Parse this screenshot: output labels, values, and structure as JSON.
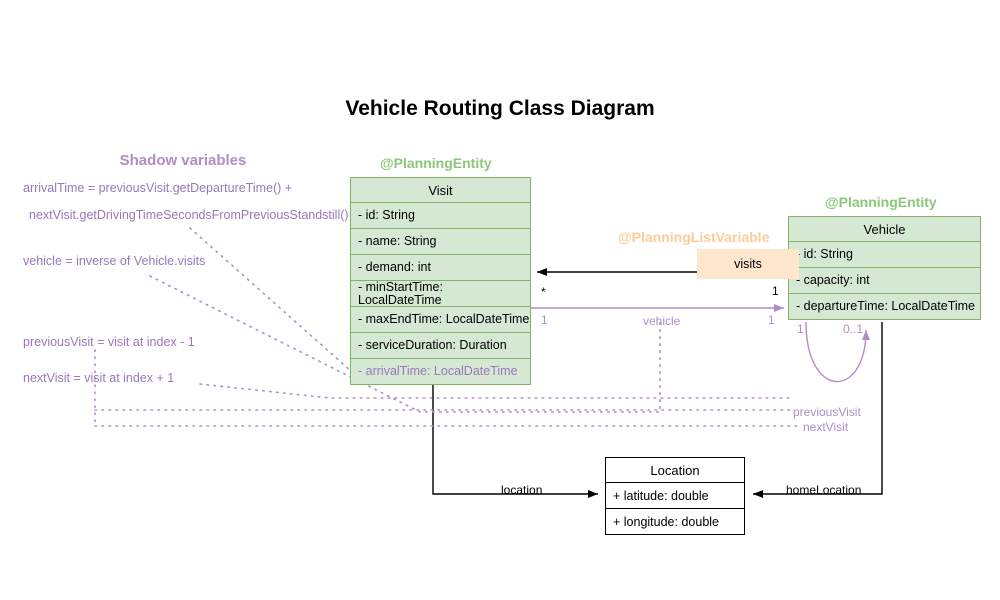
{
  "page": {
    "title": "Vehicle Routing Class Diagram"
  },
  "colors": {
    "entity_fill": "#d5e8d4",
    "entity_stroke": "#82b366",
    "stereotype_green": "#8cc87a",
    "stereotype_orange": "#ffcc99",
    "badge_fill": "#ffe6cc",
    "shadow_purple": "#b18cc8",
    "shadow_text": "#9a77ba",
    "plain_stroke": "#000000"
  },
  "shadow_panel": {
    "heading": "Shadow variables",
    "lines": [
      "arrivalTime = previousVisit.getDepartureTime() +",
      "nextVisit.getDrivingTimeSecondsFromPreviousStandstill()",
      "vehicle = inverse of Vehicle.visits",
      "previousVisit = visit at index - 1",
      "nextVisit = visit at index + 1"
    ]
  },
  "classes": {
    "visit": {
      "stereotype": "@PlanningEntity",
      "name": "Visit",
      "fields": [
        {
          "text": "- id: String",
          "shadow": false
        },
        {
          "text": "- name: String",
          "shadow": false
        },
        {
          "text": "- demand: int",
          "shadow": false
        },
        {
          "text": "- minStartTime: LocalDateTime",
          "shadow": false
        },
        {
          "text": "- maxEndTime: LocalDateTime",
          "shadow": false
        },
        {
          "text": "- serviceDuration: Duration",
          "shadow": false
        },
        {
          "text": "- arrivalTime: LocalDateTime",
          "shadow": true
        }
      ]
    },
    "vehicle": {
      "stereotype": "@PlanningEntity",
      "name": "Vehicle",
      "fields": [
        {
          "text": "- id: String",
          "shadow": false
        },
        {
          "text": "- capacity: int",
          "shadow": false
        },
        {
          "text": "- departureTime: LocalDateTime",
          "shadow": false
        }
      ]
    },
    "location": {
      "name": "Location",
      "fields": [
        {
          "text": "+ latitude: double"
        },
        {
          "text": "+ longitude: double"
        }
      ]
    }
  },
  "relations": {
    "visits": {
      "stereotype": "@PlanningListVariable",
      "label": "visits",
      "source_mult": "1",
      "target_mult": "*"
    },
    "vehicle": {
      "label": "vehicle",
      "source_mult": "1",
      "target_mult": "1"
    },
    "self_loop": {
      "left_mult": "1",
      "right_mult": "0..1",
      "labels": [
        "previousVisit",
        "nextVisit"
      ]
    },
    "location": {
      "label": "location"
    },
    "home_location": {
      "label": "homeLocation"
    }
  }
}
